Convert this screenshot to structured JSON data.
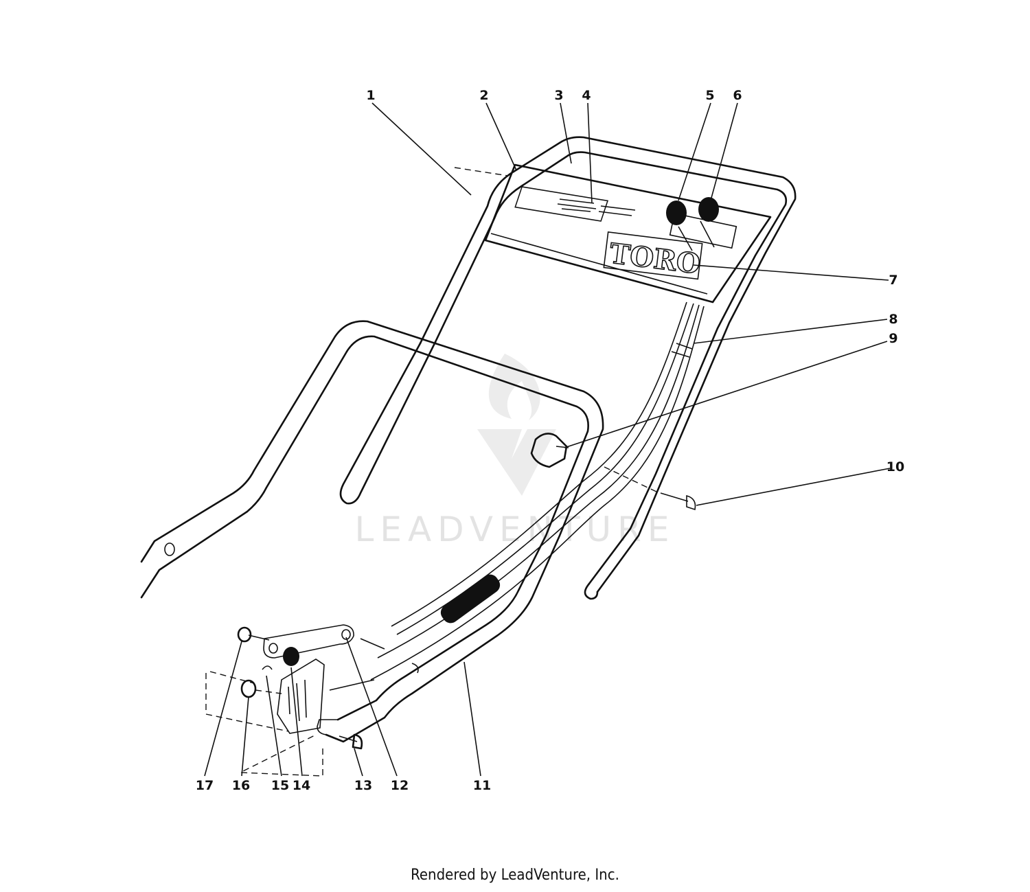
{
  "watermark": {
    "text": "LEADVENTURE"
  },
  "brand_plate": {
    "text": "TORO"
  },
  "callouts": [
    {
      "id": "1",
      "text": "1"
    },
    {
      "id": "2",
      "text": "2"
    },
    {
      "id": "3",
      "text": "3"
    },
    {
      "id": "4",
      "text": "4"
    },
    {
      "id": "5",
      "text": "5"
    },
    {
      "id": "6",
      "text": "6"
    },
    {
      "id": "7",
      "text": "7"
    },
    {
      "id": "8",
      "text": "8"
    },
    {
      "id": "9",
      "text": "9"
    },
    {
      "id": "10",
      "text": "10"
    },
    {
      "id": "11",
      "text": "11"
    },
    {
      "id": "12",
      "text": "12"
    },
    {
      "id": "13",
      "text": "13"
    },
    {
      "id": "14",
      "text": "14"
    },
    {
      "id": "15",
      "text": "15"
    },
    {
      "id": "16",
      "text": "16"
    },
    {
      "id": "17",
      "text": "17"
    }
  ],
  "footer": {
    "text": "Rendered by LeadVenture, Inc."
  }
}
